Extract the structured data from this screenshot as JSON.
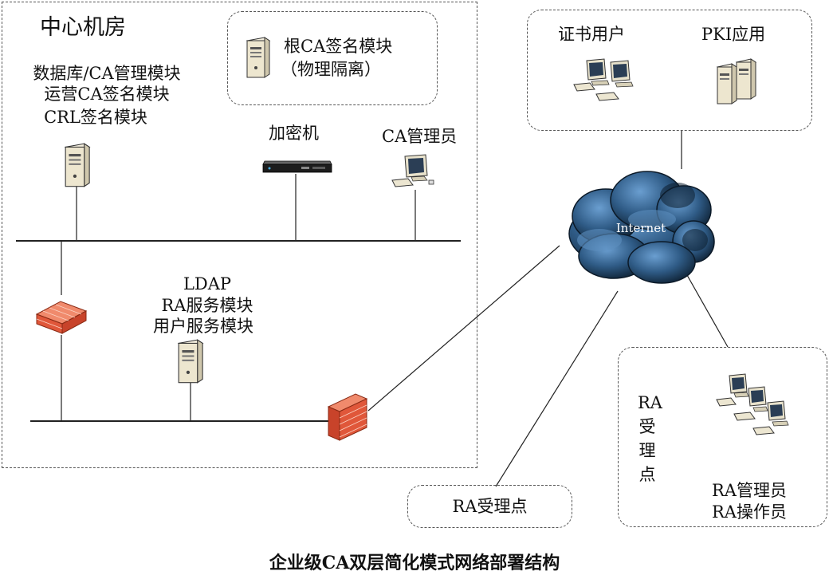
{
  "title": "企业级CA双层简化模式网络部署结构",
  "center_room": {
    "title": "中心机房",
    "root_ca_box": {
      "line1": "根CA签名模块",
      "line2": "（物理隔离）"
    },
    "db_server": {
      "line1": "数据库/CA管理模块",
      "line2": "运营CA签名模块",
      "line3": "CRL签名模块"
    },
    "encryptor": {
      "label": "加密机"
    },
    "ca_admin": {
      "label": "CA管理员"
    },
    "ldap_server": {
      "line1": "LDAP",
      "line2": "RA服务模块",
      "line3": "用户服务模块"
    }
  },
  "internet": {
    "label": "Internet"
  },
  "top_right": {
    "cert_users": "证书用户",
    "pki_apps": "PKI应用"
  },
  "ra_point_small": {
    "label": "RA受理点"
  },
  "ra_point_large": {
    "vertical_label": "RA受理点",
    "line1": "RA管理员",
    "line2": "RA操作员"
  },
  "colors": {
    "firewall": "#e0573a",
    "cloud_dark": "#1e3a57",
    "cloud_light": "#4f85b5",
    "line": "#222222"
  }
}
